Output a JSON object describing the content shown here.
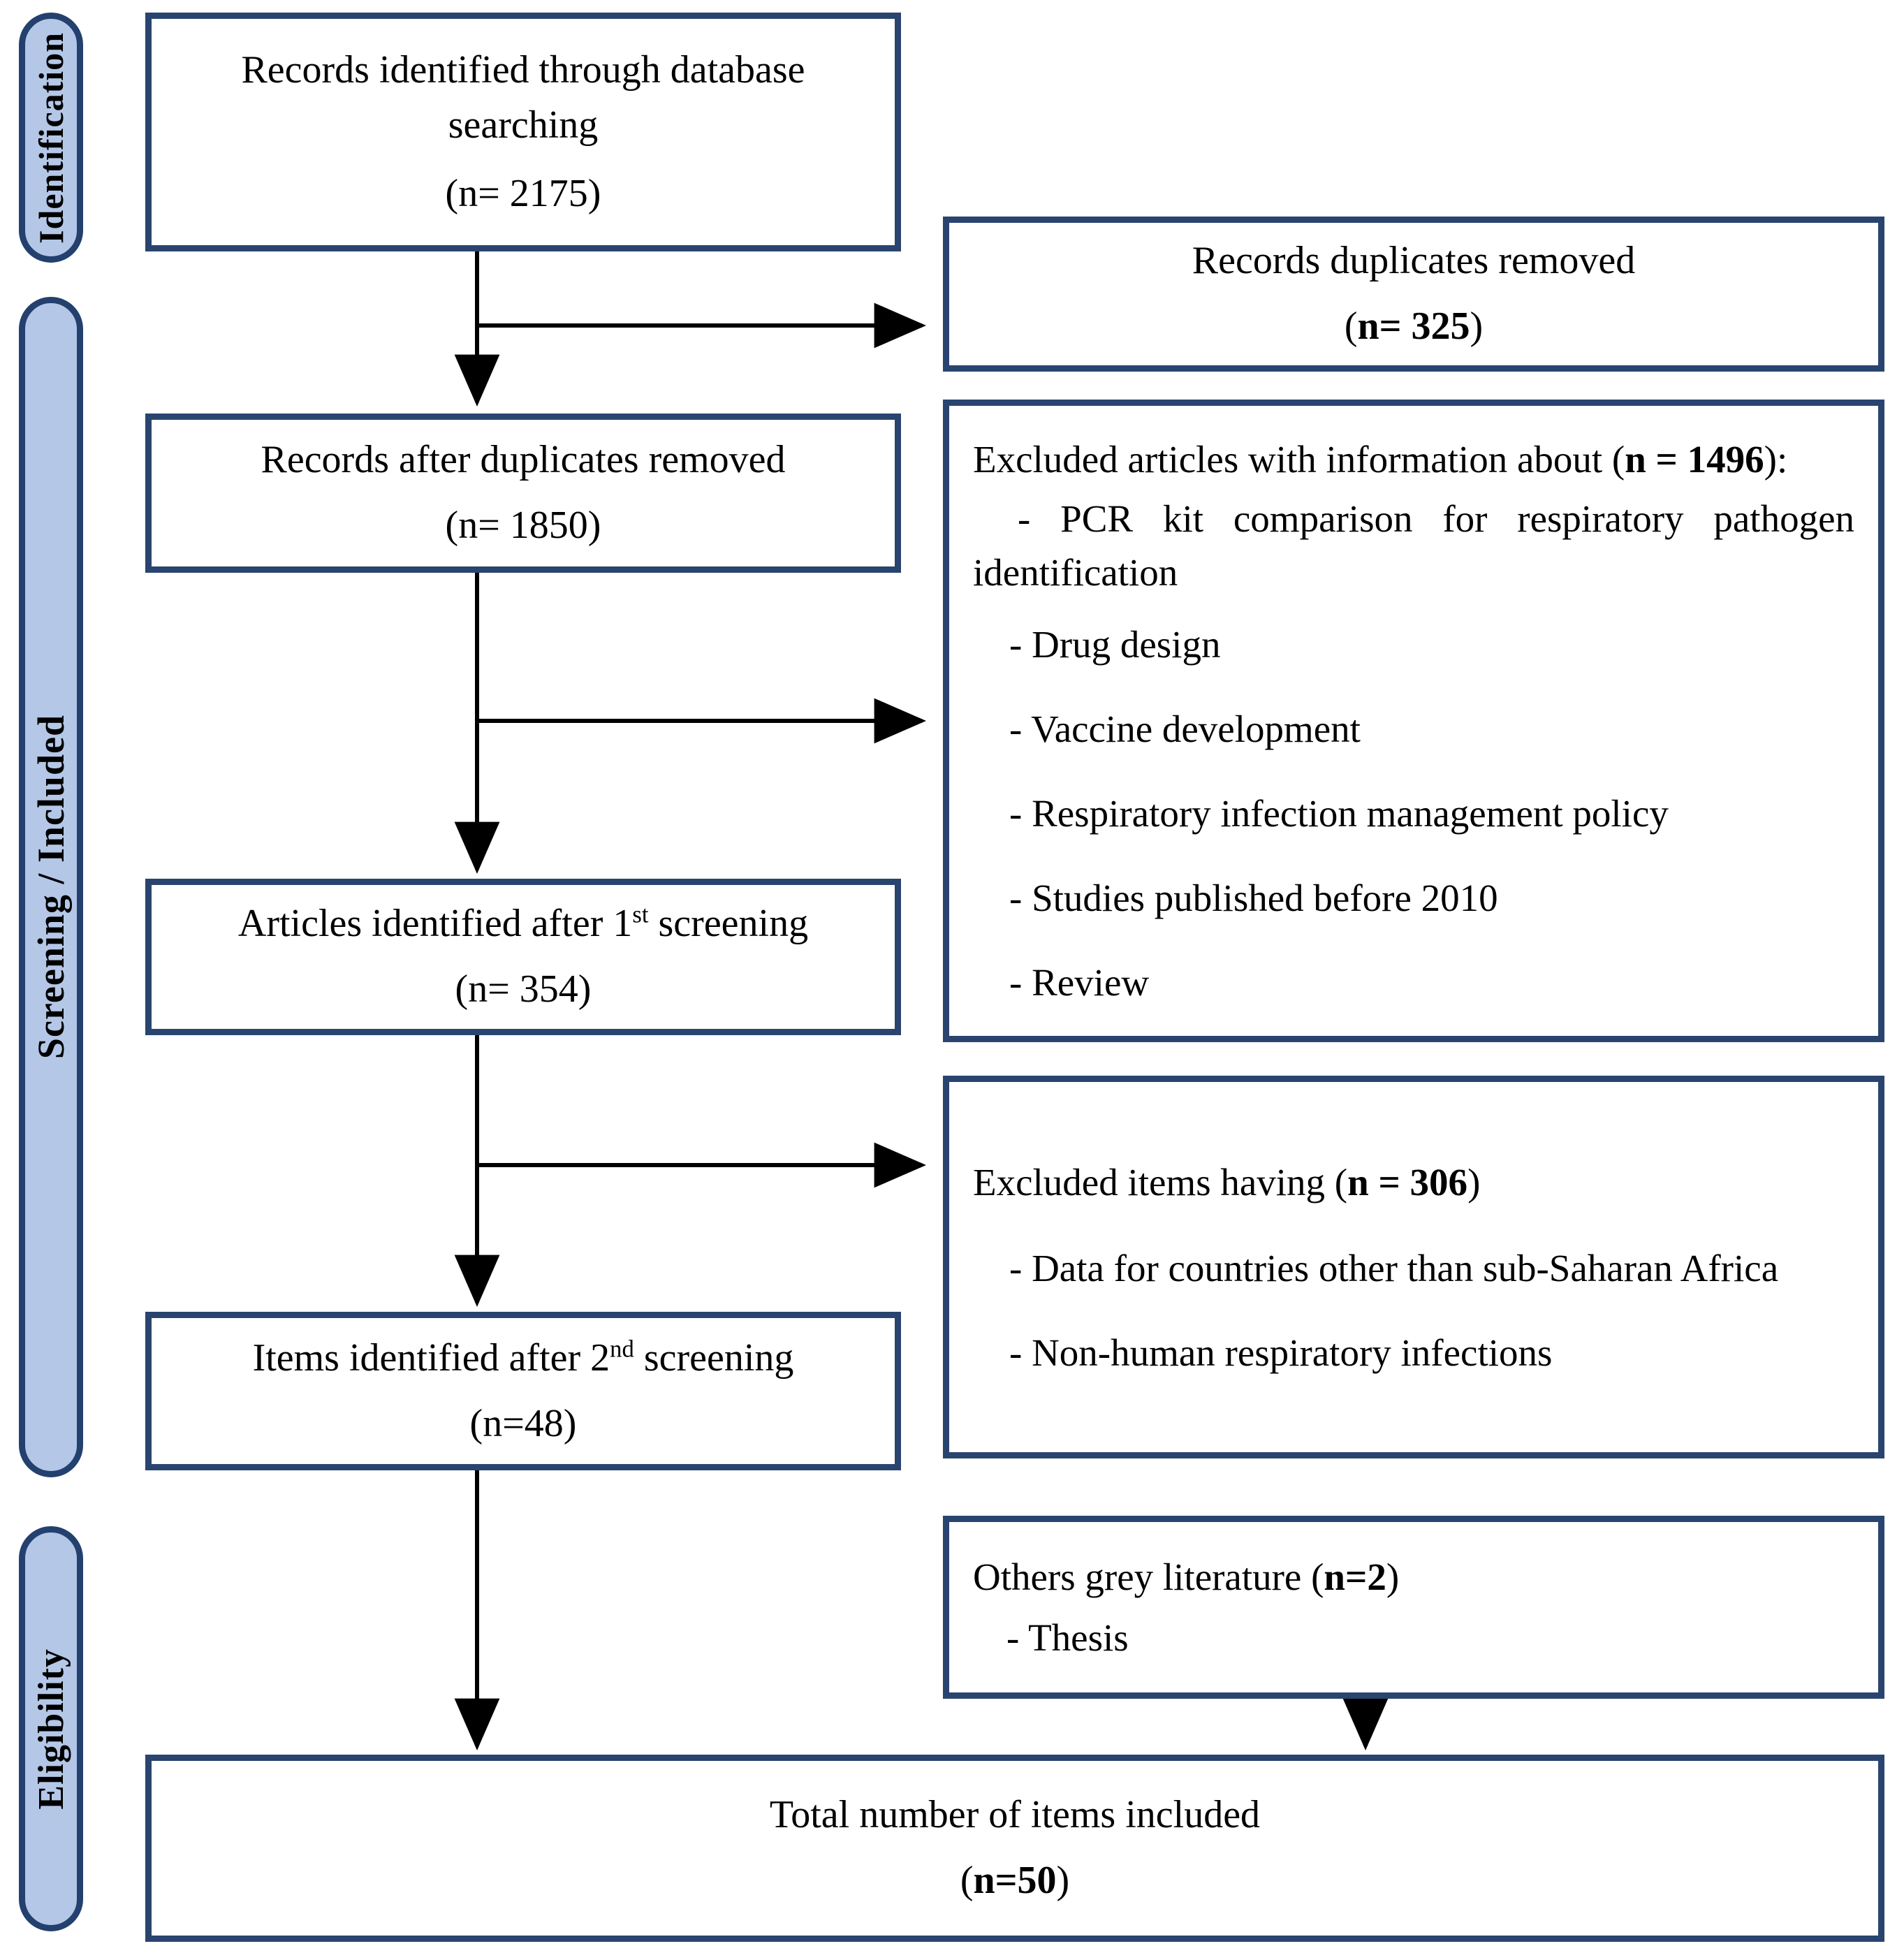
{
  "diagram": {
    "title": "PRISMA study selection flow diagram",
    "accent_box_border": "#29446f",
    "accent_tab_fill": "#b4c7e7",
    "accent_tab_border": "#23406e",
    "connector_color": "#000000"
  },
  "stages": [
    {
      "id": "identification",
      "label": "Identification"
    },
    {
      "id": "screening",
      "label": "Screening / Included"
    },
    {
      "id": "eligibility",
      "label": "Eligibility"
    }
  ],
  "nodes": {
    "records_identified": {
      "line1": "Records identified through database",
      "line2": "searching",
      "line3": "(n= 2175)"
    },
    "duplicates_removed": {
      "line1": "Records duplicates removed",
      "count_prefix": "(",
      "count": "n= 325",
      "count_suffix": ")"
    },
    "records_after_duplicates": {
      "line1": "Records after duplicates removed",
      "line2": "(n= 1850)"
    },
    "excluded_articles": {
      "header_prefix": "Excluded articles with information about (",
      "header_count": "n = 1496",
      "header_suffix": "):",
      "justified_item": "- PCR kit comparison for respiratory pathogen identification",
      "bullets": [
        "- Drug design",
        "- Vaccine development",
        "- Respiratory infection management policy",
        "- Studies published before 2010",
        "- Review"
      ]
    },
    "articles_first_screening": {
      "line1_a": "Articles identified after 1",
      "line1_sup": "st",
      "line1_b": " screening",
      "line2": "(n= 354)"
    },
    "excluded_items": {
      "header_prefix": "Excluded items having (",
      "header_count": "n = 306",
      "header_suffix": ")",
      "bullets": [
        "- Data for countries other than sub-Saharan Africa",
        "- Non-human respiratory infections"
      ]
    },
    "items_second_screening": {
      "line1_a": "Items identified after 2",
      "line1_sup": "nd",
      "line1_b": " screening",
      "line2": "(n=48)"
    },
    "grey_literature": {
      "header_prefix": "Others grey literature (",
      "header_count": "n=2",
      "header_suffix": ")",
      "bullets": [
        "- Thesis"
      ]
    },
    "total_included": {
      "line1": "Total number of items included",
      "count_prefix": "(",
      "count": "n=50",
      "count_suffix": ")"
    }
  }
}
